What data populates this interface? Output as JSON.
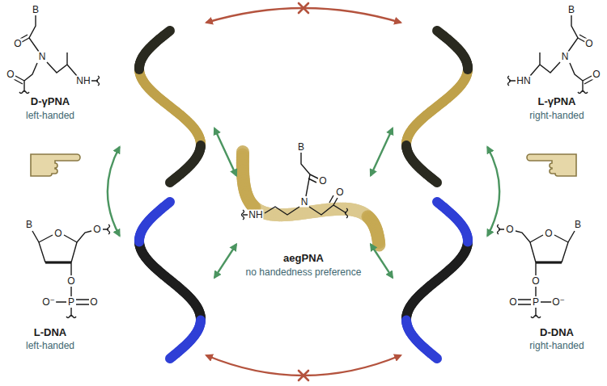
{
  "diagram": {
    "nodes": [
      {
        "text": [
          "D-γPNA",
          "left-handed"
        ]
      },
      {
        "text": [
          "L-γPNA",
          "right-handed"
        ]
      },
      {
        "text": [
          "aegPNA",
          "no handedness preference"
        ]
      },
      {
        "text": [
          "L-DNA",
          "left-handed"
        ]
      },
      {
        "text": [
          "D-DNA",
          "right-handed"
        ]
      }
    ],
    "edges": [
      {
        "from": 0,
        "to": 2,
        "arrow": "both"
      },
      {
        "from": 1,
        "to": 2,
        "arrow": "both"
      },
      {
        "from": 3,
        "to": 2,
        "arrow": "both"
      },
      {
        "from": 4,
        "to": 2,
        "arrow": "both"
      },
      {
        "from": 0,
        "to": 3,
        "arrow": "both"
      },
      {
        "from": 1,
        "to": 4,
        "arrow": "both"
      },
      {
        "from": 0,
        "to": 1,
        "arrow": "both"
      },
      {
        "from": 3,
        "to": 4,
        "arrow": "both"
      }
    ],
    "labels": [
      "B",
      "O",
      "N",
      "O",
      "NH",
      "B",
      "O",
      "N",
      "O",
      "HN",
      "B",
      "O",
      "N",
      "NH",
      "O",
      "B",
      "O",
      "O",
      "O",
      "O⁻",
      "P",
      "O",
      "B",
      "O",
      "O",
      "O",
      "O⁻",
      "P",
      "O"
    ]
  }
}
